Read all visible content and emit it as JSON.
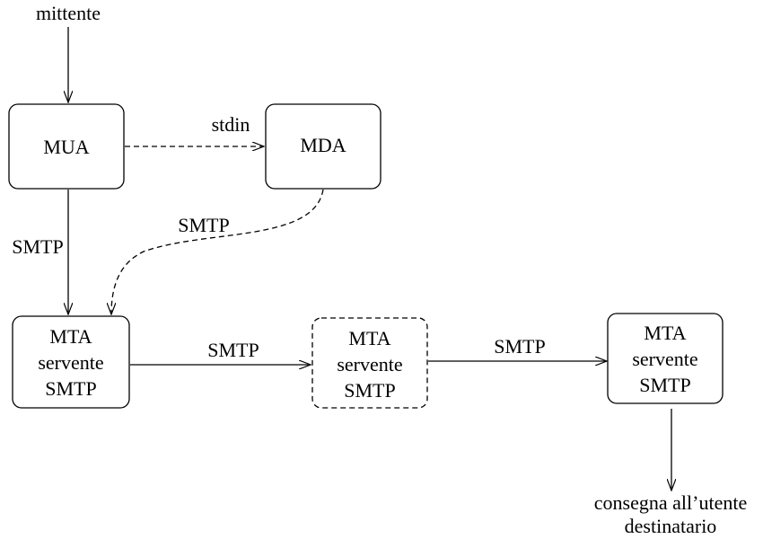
{
  "labels": {
    "sender": "mittente",
    "stdin": "stdin",
    "smtp_mua_mta": "SMTP",
    "smtp_mda_mta": "SMTP",
    "smtp_mta1_mta2": "SMTP",
    "smtp_mta2_mta3": "SMTP",
    "delivery_line1": "consegna all’utente",
    "delivery_line2": "destinatario"
  },
  "nodes": {
    "mua": {
      "label": "MUA"
    },
    "mda": {
      "label": "MDA"
    },
    "mta1": {
      "lines": [
        "MTA",
        "servente",
        "SMTP"
      ]
    },
    "mta2": {
      "lines": [
        "MTA",
        "servente",
        "SMTP"
      ]
    },
    "mta3": {
      "lines": [
        "MTA",
        "servente",
        "SMTP"
      ]
    }
  },
  "edges": [
    {
      "from": "mittente",
      "to": "MUA",
      "style": "solid"
    },
    {
      "from": "MUA",
      "to": "MDA",
      "style": "dashed",
      "label": "stdin"
    },
    {
      "from": "MUA",
      "to": "MTA servente SMTP",
      "style": "solid",
      "label": "SMTP"
    },
    {
      "from": "MDA",
      "to": "MTA servente SMTP",
      "style": "dashed",
      "label": "SMTP"
    },
    {
      "from": "MTA servente SMTP",
      "to": "MTA servente SMTP",
      "style": "solid",
      "label": "SMTP"
    },
    {
      "from": "MTA servente SMTP",
      "to": "MTA servente SMTP",
      "style": "solid",
      "label": "SMTP"
    },
    {
      "from": "MTA servente SMTP",
      "to": "consegna all’utente destinatario",
      "style": "solid"
    }
  ]
}
